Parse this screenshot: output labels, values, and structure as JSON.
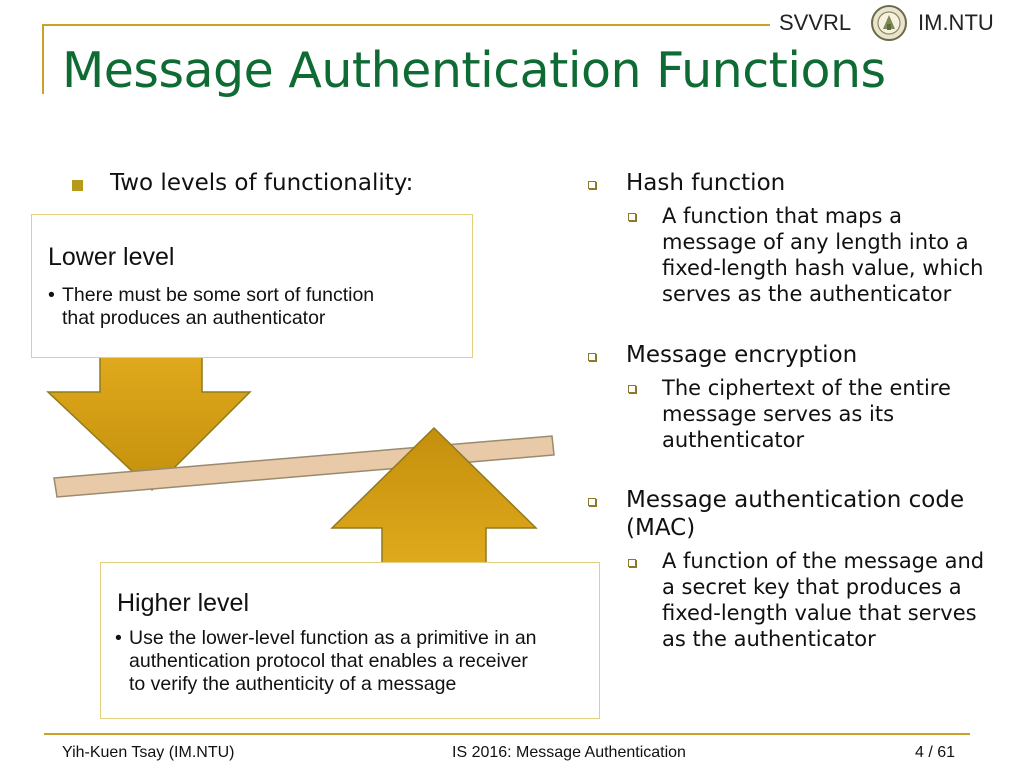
{
  "header": {
    "brand_left": "SVVRL",
    "brand_right": "IM.NTU",
    "title": "Message Authentication Functions"
  },
  "left": {
    "intro": "Two levels of functionality:",
    "lower": {
      "heading": "Lower level",
      "bullet": "There must be some sort of function that produces an authenticator",
      "bullet_line1": "There must be some sort of function",
      "bullet_line2": "that produces an authenticator"
    },
    "higher": {
      "heading": "Higher level",
      "bullet_line1": "Use the lower-level function as a primitive in an",
      "bullet_line2": "authentication protocol that enables a receiver",
      "bullet_line3": "to verify the authenticity of a message"
    }
  },
  "right": {
    "items": [
      {
        "head": "Hash function",
        "sub_lines": [
          "A function that maps a",
          "message of any length into a",
          "fixed-length hash value, which",
          "serves as the authenticator"
        ]
      },
      {
        "head": "Message encryption",
        "sub_lines": [
          "The ciphertext of the entire",
          "message serves as its",
          "authenticator"
        ]
      },
      {
        "head_lines": [
          "Message authentication code",
          "(MAC)"
        ],
        "sub_lines": [
          "A function of the message and",
          "a secret key that produces a",
          "fixed-length value that serves",
          "as the authenticator"
        ]
      }
    ]
  },
  "footer": {
    "author": "Yih-Kuen Tsay (IM.NTU)",
    "course": "IS 2016: Message Authentication",
    "page": "4",
    "total": "61"
  },
  "colors": {
    "title_green": "#0f6b34",
    "accent_gold": "#c9a227",
    "arrow_gold": "#d4a017",
    "plank": "#e8c9a8"
  }
}
